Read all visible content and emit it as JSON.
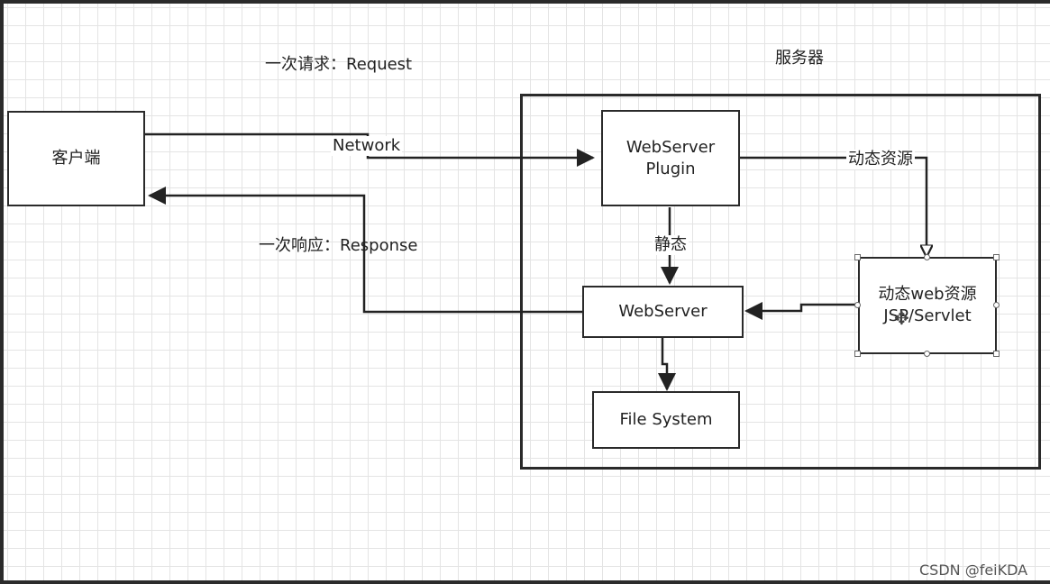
{
  "labels": {
    "request": "一次请求：Request",
    "response": "一次响应：Response",
    "network": "Network",
    "server_title": "服务器",
    "static": "静态",
    "dynamic": "动态资源"
  },
  "nodes": {
    "client": "客户端",
    "plugin_line1": "WebServer",
    "plugin_line2": "Plugin",
    "webserver": "WebServer",
    "dynamic_web_line1": "动态web资源",
    "dynamic_web_line2": "JSP/Servlet",
    "file_system": "File System"
  },
  "watermark": "CSDN @feiKDA",
  "icons": {
    "move": "move-cursor-icon"
  }
}
